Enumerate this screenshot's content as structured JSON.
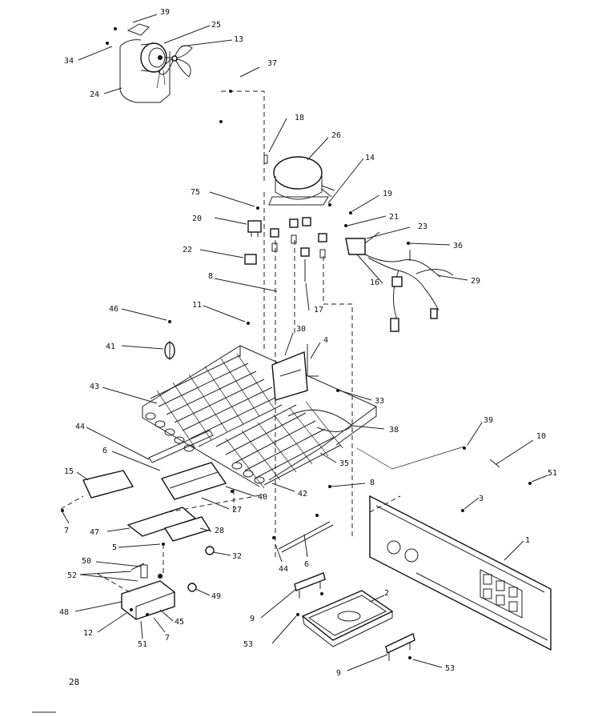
{
  "page_number": "28",
  "part_labels": {
    "p39a": "39",
    "p25": "25",
    "p13": "13",
    "p34": "34",
    "p24": "24",
    "p37": "37",
    "p18": "18",
    "p26": "26",
    "p14": "14",
    "p75": "75",
    "p19": "19",
    "p20": "20",
    "p21": "21",
    "p23": "23",
    "p36": "36",
    "p22": "22",
    "p16": "16",
    "p29": "29",
    "p8a": "8",
    "p17": "17",
    "p46": "46",
    "p11": "11",
    "p30": "30",
    "p4": "4",
    "p41": "41",
    "p43": "43",
    "p33": "33",
    "p38": "38",
    "p44a": "44",
    "p39b": "39",
    "p10": "10",
    "p6a": "6",
    "p35": "35",
    "p51a": "51",
    "p15": "15",
    "p8b": "8",
    "p42": "42",
    "p40": "40",
    "p3": "3",
    "p27": "27",
    "p7a": "7",
    "p47": "47",
    "p28": "28",
    "p1": "1",
    "p5": "5",
    "p32": "32",
    "p44b": "44",
    "p6b": "6",
    "p50": "50",
    "p52": "52",
    "p49": "49",
    "p2": "2",
    "p48": "48",
    "p45": "45",
    "p9a": "9",
    "p12": "12",
    "p51b": "51",
    "p7b": "7",
    "p53a": "53",
    "p9b": "9",
    "p53b": "53"
  }
}
